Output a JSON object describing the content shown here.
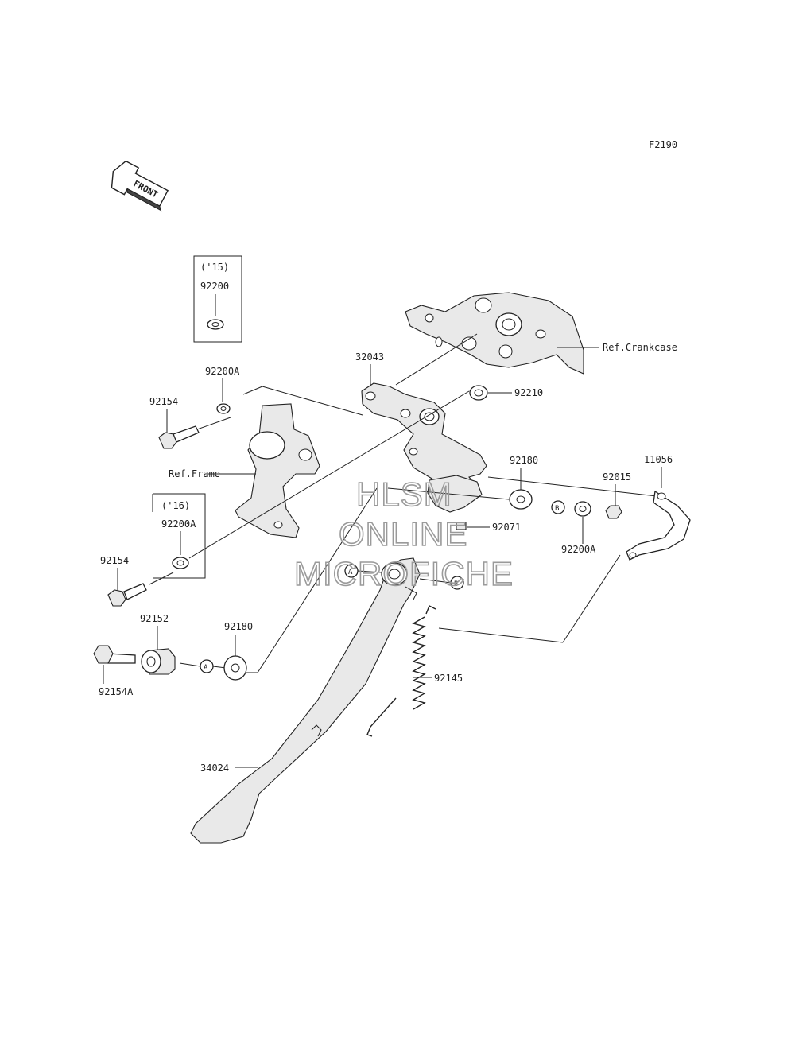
{
  "diagram_code": "F2190",
  "front_label": "FRONT",
  "references": {
    "crankcase": "Ref.Crankcase",
    "frame": "Ref.Frame"
  },
  "year_boxes": [
    {
      "year": "('15)",
      "part": "92200"
    },
    {
      "year": "('16)",
      "part": "92200A"
    }
  ],
  "parts": {
    "p32043": "32043",
    "p92210": "92210",
    "p92200A_top": "92200A",
    "p92154_top": "92154",
    "p92180_right": "92180",
    "p92015": "92015",
    "p11056": "11056",
    "p92071": "92071",
    "p92200A_right": "92200A",
    "p92154_mid": "92154",
    "p92152": "92152",
    "p92180_left": "92180",
    "p92154A": "92154A",
    "p92145": "92145",
    "p34024": "34024"
  },
  "callouts": {
    "a_upper": "A",
    "a_lower": "A",
    "b_right": "B",
    "b_lower": "B"
  },
  "watermark": {
    "line1": "HLSM",
    "line2": "ONLINE",
    "line3": "MICROFICHE"
  }
}
